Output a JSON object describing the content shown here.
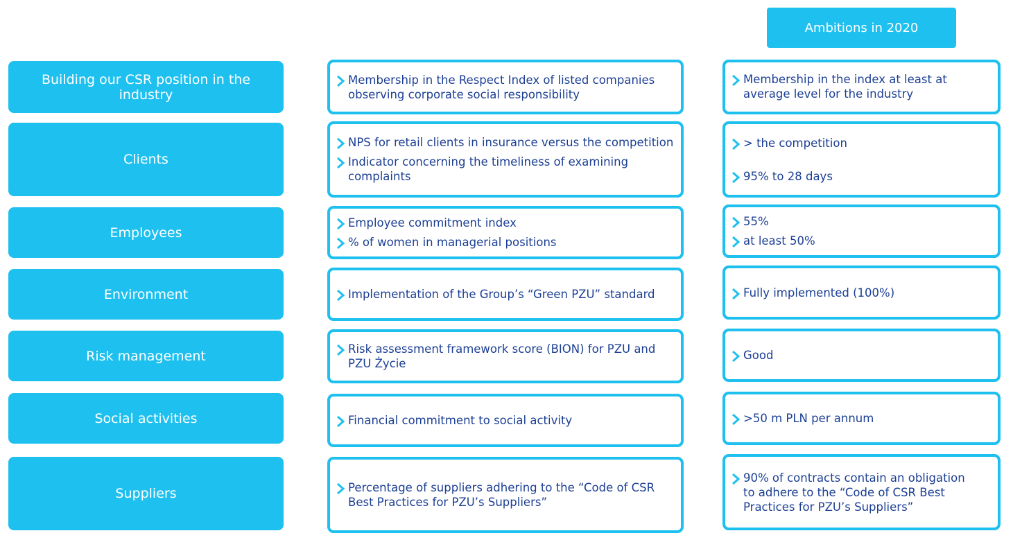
{
  "header": {
    "ambitions_label": "Ambitions in 2020"
  },
  "colors": {
    "accent": "#1ec0ef",
    "text": "#1c3f94",
    "background": "#ffffff"
  },
  "icon": "chevron-right-icon",
  "rows": [
    {
      "category": "Building our CSR position in the industry",
      "measures": [
        "Membership in the Respect Index of listed companies observing corporate social responsibility"
      ],
      "ambitions": [
        "Membership in the index at least at average level for the industry"
      ]
    },
    {
      "category": "Clients",
      "measures": [
        "NPS for retail clients in insurance versus the competition",
        "Indicator concerning the timeliness of examining complaints"
      ],
      "ambitions": [
        "> the competition",
        "95% to 28 days"
      ]
    },
    {
      "category": "Employees",
      "measures": [
        "Employee commitment index",
        "% of women in managerial positions"
      ],
      "ambitions": [
        "55%",
        "at least 50%"
      ]
    },
    {
      "category": "Environment",
      "measures": [
        "Implementation of the Group’s “Green PZU” standard"
      ],
      "ambitions": [
        "Fully implemented (100%)"
      ]
    },
    {
      "category": "Risk management",
      "measures": [
        "Risk assessment framework score (BION) for PZU and PZU Życie"
      ],
      "ambitions": [
        "Good"
      ]
    },
    {
      "category": "Social activities",
      "measures": [
        "Financial commitment to social activity"
      ],
      "ambitions": [
        ">50 m PLN per annum"
      ]
    },
    {
      "category": "Suppliers",
      "measures": [
        "Percentage of suppliers adhering to the “Code of CSR Best Practices for PZU’s Suppliers”"
      ],
      "ambitions": [
        "90% of contracts contain an obligation to adhere to the “Code of CSR Best Practices for PZU’s Suppliers”"
      ]
    }
  ]
}
